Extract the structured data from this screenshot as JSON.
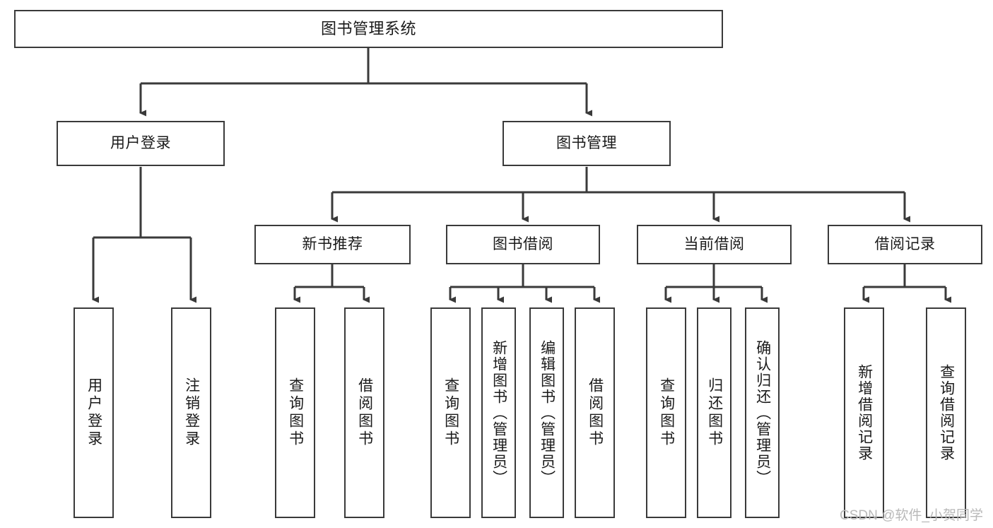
{
  "diagram": {
    "title": "图书管理系统",
    "watermark": "CSDN @软件_小贺同学",
    "stroke_color": "#3a3a3a",
    "text_color": "#1a1a1a",
    "background": "#ffffff"
  },
  "nodes": {
    "root": {
      "label": "图书管理系统"
    },
    "level2": [
      {
        "label": "用户登录"
      },
      {
        "label": "图书管理"
      }
    ],
    "level3": [
      {
        "label": "新书推荐"
      },
      {
        "label": "图书借阅"
      },
      {
        "label": "当前借阅"
      },
      {
        "label": "借阅记录"
      }
    ],
    "leaves_user_login": [
      {
        "label": "用户登录"
      },
      {
        "label": "注销登录"
      }
    ],
    "leaves_new_books": [
      {
        "label": "查询图书"
      },
      {
        "label": "借阅图书"
      }
    ],
    "leaves_borrow": [
      {
        "label": "查询图书"
      },
      {
        "label": "新增图书（管理员）"
      },
      {
        "label": "编辑图书（管理员）"
      },
      {
        "label": "借阅图书"
      }
    ],
    "leaves_current": [
      {
        "label": "查询图书"
      },
      {
        "label": "归还图书"
      },
      {
        "label": "确认归还（管理员）"
      }
    ],
    "leaves_records": [
      {
        "label": "新增借阅记录"
      },
      {
        "label": "查询借阅记录"
      }
    ]
  }
}
